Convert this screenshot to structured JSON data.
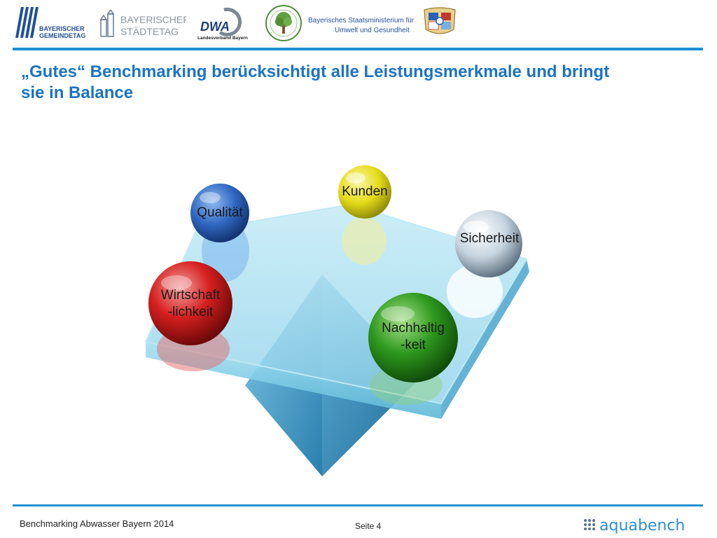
{
  "logos": {
    "gemeindetag": {
      "line1": "BAYERISCHER",
      "line2": "GEMEINDETAG"
    },
    "staedtetag": {
      "line1": "BAYERISCHER",
      "line2": "STÄDTETAG"
    },
    "dwa": {
      "name": "DWA",
      "sub": "Landesverband Bayern"
    },
    "ministry": {
      "line1": "Bayerisches Staatsministerium für",
      "line2": "Umwelt und Gesundheit"
    }
  },
  "title": {
    "line1": "„Gutes“ Benchmarking berücksichtigt alle Leistungsmerkmale und bringt",
    "line2": "sie in Balance"
  },
  "diagram": {
    "balls": [
      {
        "id": "kunden",
        "lines": [
          "Kunden",
          ""
        ],
        "color": "yellow"
      },
      {
        "id": "qualitaet",
        "lines": [
          "Qualität",
          ""
        ],
        "color": "blue"
      },
      {
        "id": "sicherheit",
        "lines": [
          "Sicherheit",
          ""
        ],
        "color": "silver"
      },
      {
        "id": "wirtschaftlichkeit",
        "lines": [
          "Wirtschaft",
          "-lichkeit"
        ],
        "color": "red"
      },
      {
        "id": "nachhaltigkeit",
        "lines": [
          "Nachhaltig",
          "-keit"
        ],
        "color": "green"
      }
    ]
  },
  "footer": {
    "left": "Benchmarking Abwasser Bayern 2014",
    "page": "Seite 4",
    "brand": "aquabench"
  }
}
